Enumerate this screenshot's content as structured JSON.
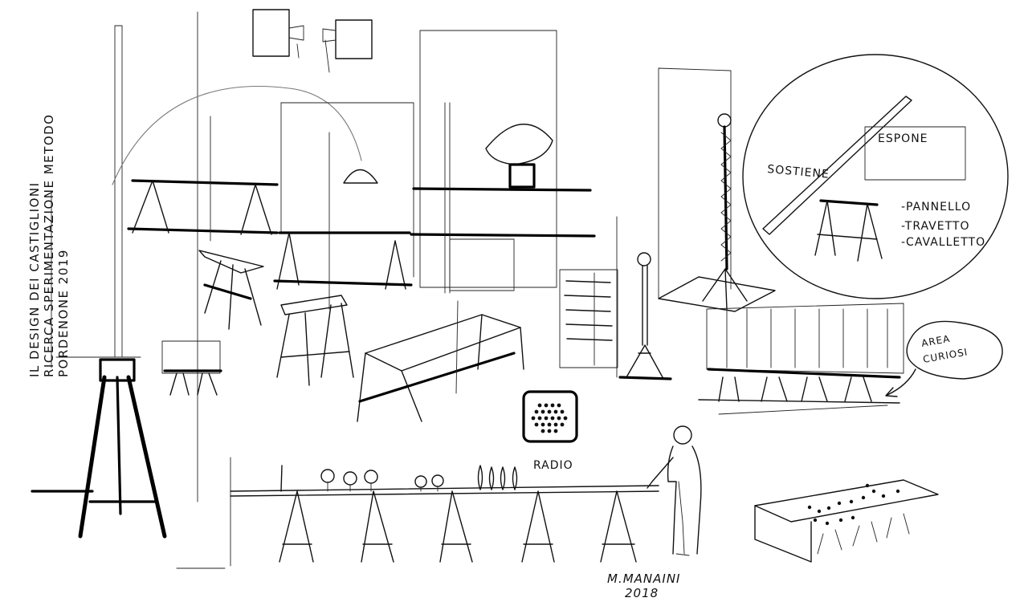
{
  "title": {
    "line1": "IL DESIGN DEI CASTIGLIONI",
    "line2": "RICERCA SPERIMENTAZIONE METODO",
    "line3": "PORDENONE 2019"
  },
  "detail_circle": {
    "label_espone": "ESPONE",
    "label_sostiene": "SOSTIENE",
    "parts": [
      "-PANNELLO",
      "-TRAVETTO",
      "-CAVALLETTO"
    ]
  },
  "labels": {
    "radio": "RADIO",
    "area": "AREA",
    "curiosi": "CURIOSI"
  },
  "signature": {
    "name": "M.MANAINI",
    "year": "2018"
  }
}
